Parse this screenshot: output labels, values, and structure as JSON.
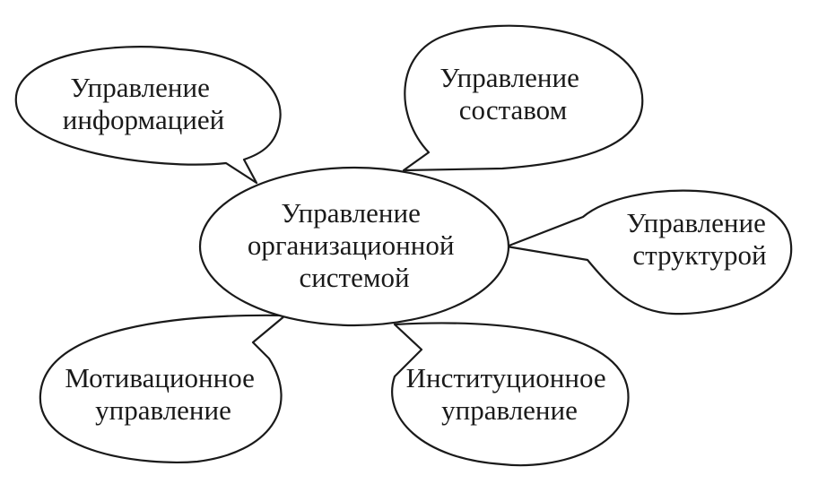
{
  "diagram": {
    "center": {
      "lines": [
        "Управление",
        "организационной",
        "системой"
      ]
    },
    "bubbles": {
      "info": {
        "lines": [
          "Управление",
          "информацией"
        ]
      },
      "composition": {
        "lines": [
          "Управление",
          "составом"
        ]
      },
      "structure": {
        "lines": [
          "Управление",
          "структурой"
        ]
      },
      "motivation": {
        "lines": [
          "Мотивационное",
          "управление"
        ]
      },
      "institution": {
        "lines": [
          "Институционное",
          "управление"
        ]
      }
    }
  }
}
